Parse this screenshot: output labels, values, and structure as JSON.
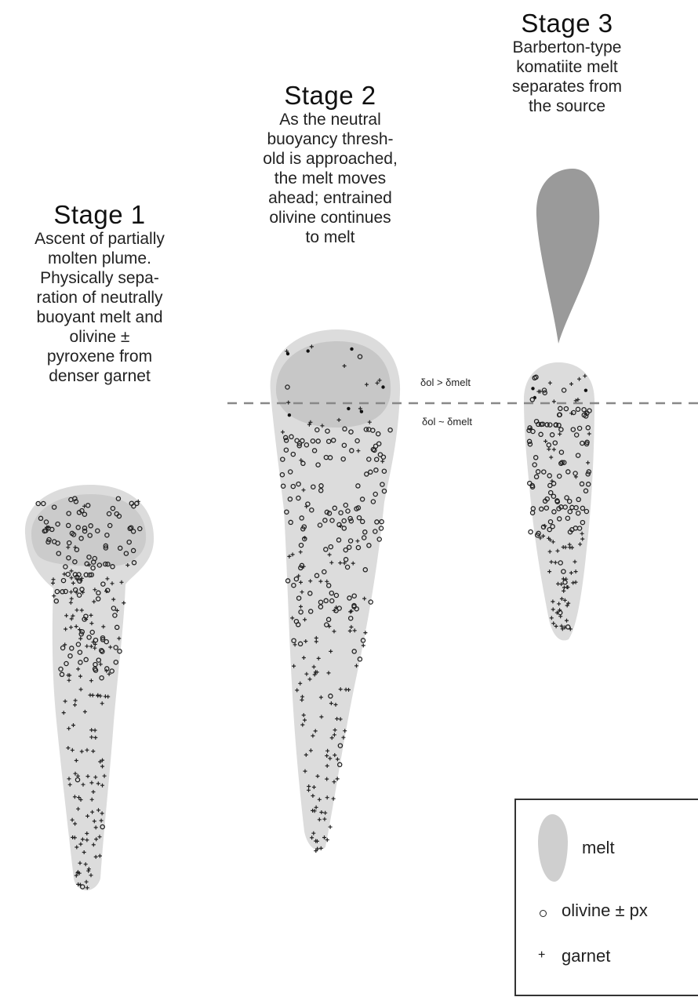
{
  "stages": [
    {
      "title": "Stage 1",
      "description": [
        "Ascent of partially",
        "molten plume.",
        "Physically sepa-",
        "ration of neutrally",
        "buoyant melt and",
        "olivine ±",
        "pyroxene from",
        "denser garnet"
      ]
    },
    {
      "title": "Stage 2",
      "description": [
        "As the neutral",
        "buoyancy thresh-",
        "old is approached,",
        "the melt moves",
        "ahead; entrained",
        "olivine continues",
        "to melt"
      ]
    },
    {
      "title": "Stage 3",
      "description": [
        "Barberton-type",
        "komatiite melt",
        "separates from",
        "the source"
      ]
    }
  ],
  "density_labels": {
    "above": "δol > δmelt",
    "below": "δol ~ δmelt"
  },
  "legend": {
    "melt": "melt",
    "olivine": "olivine ± px",
    "garnet": "garnet"
  },
  "colors": {
    "plume": "#dcdcdc",
    "melt": "#bdbdbd",
    "melt_droplet": "#9a9a9a",
    "symbol": "#222222"
  },
  "symbols": {
    "olivine": "open-circle",
    "garnet": "plus"
  }
}
